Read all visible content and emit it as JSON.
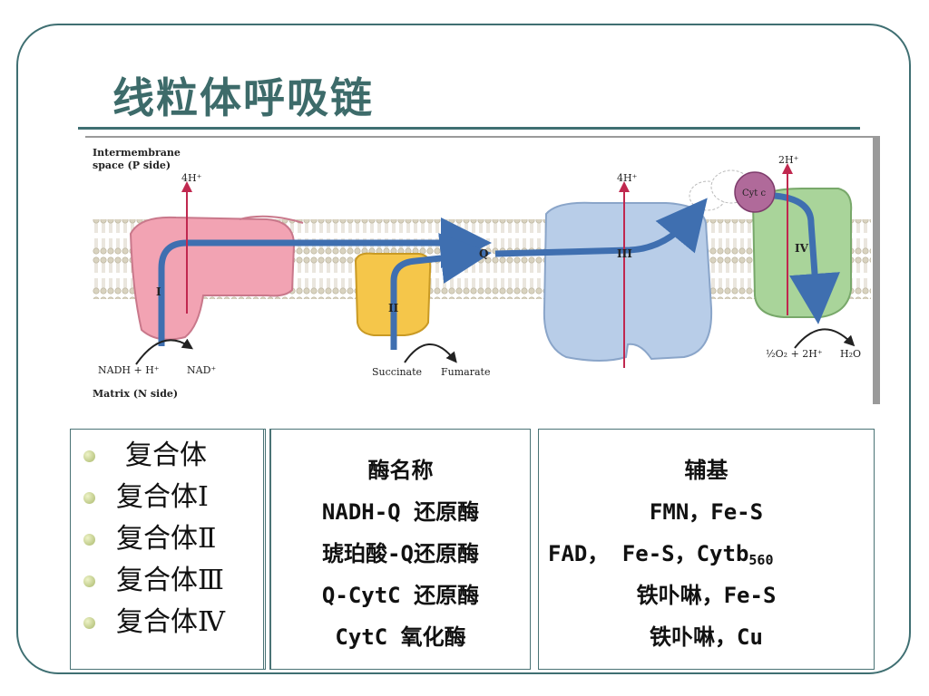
{
  "slide": {
    "title": "线粒体呼吸链"
  },
  "diagram": {
    "intermembrane_label_1": "Intermembrane",
    "intermembrane_label_2": "space (P side)",
    "matrix_label": "Matrix (N side)",
    "proton_label_I": "4H⁺",
    "proton_label_III": "4H⁺",
    "proton_label_IV": "2H⁺",
    "complex_I_label": "I",
    "complex_II_label": "II",
    "complex_III_label": "III",
    "complex_IV_label": "IV",
    "q_label": "Q",
    "cytc_label": "Cyt c",
    "nadh_label": "NADH + H⁺",
    "nad_label": "NAD⁺",
    "succinate_label": "Succinate",
    "fumarate_label": "Fumarate",
    "oxygen_label": "½O₂ + 2H⁺",
    "water_label": "H₂O"
  },
  "bullets": [
    "复合体",
    "复合体Ⅰ",
    "复合体Ⅱ",
    "复合体Ⅲ",
    "复合体Ⅳ"
  ],
  "enzyme_names": {
    "header": "酶名称",
    "rows": [
      "NADH-Q 还原酶",
      "琥珀酸-Q还原酶",
      "Q-CytC 还原酶",
      "CytC 氧化酶"
    ]
  },
  "cofactors": {
    "header": "辅基",
    "row1": "FMN，Fe-S",
    "row2_prefix": "FAD，  Fe-S，Cytb",
    "row2_sub": "560",
    "row3": "铁卟啉，Fe-S",
    "row4": "铁卟啉，Cu"
  },
  "colors": {
    "frame": "#3f6f72",
    "title": "#3d6b6a",
    "complex_I": "#f2a3b3",
    "complex_II": "#f5c64a",
    "complex_III": "#b8cde8",
    "complex_IV": "#a9d49a",
    "cytc": "#b06a9a",
    "arrow": "#3f6fb0",
    "proton_arrow": "#c0284f"
  }
}
